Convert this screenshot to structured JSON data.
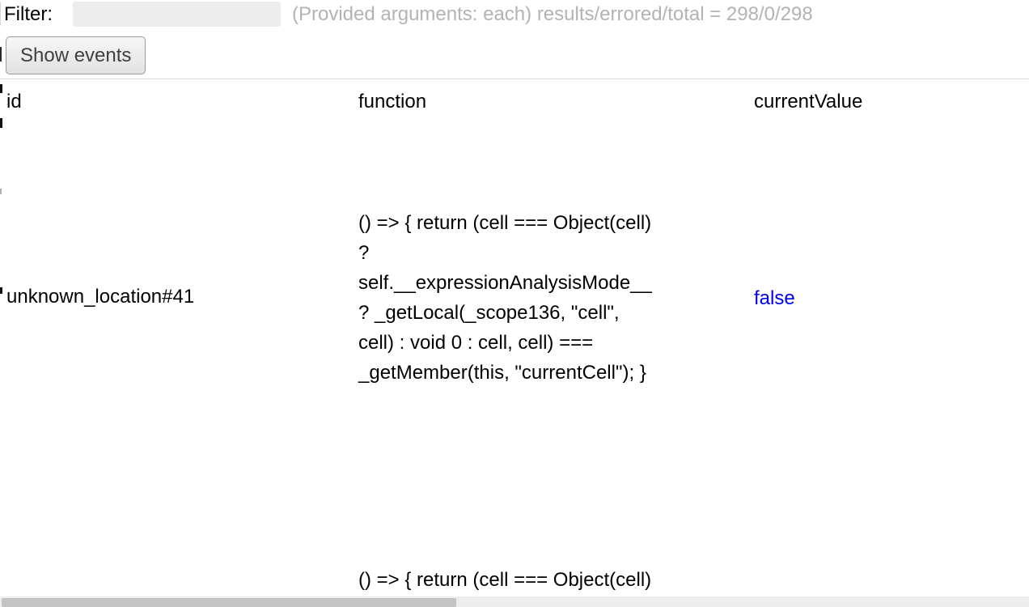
{
  "toolbar": {
    "filter_label": "Filter:",
    "filter_value": "",
    "info_text": "(Provided arguments: each) results/errored/total = 298/0/298",
    "results_count": "298",
    "errored_count": "0",
    "total_count": "298",
    "show_events_label": "Show events"
  },
  "table": {
    "columns": [
      "id",
      "function",
      "currentValue"
    ],
    "rows": [
      {
        "id": "unknown_location#41",
        "function_lines": [
          "() => { return (cell === Object(cell)",
          "?",
          "self.__expressionAnalysisMode__",
          "? _getLocal(_scope136, \"cell\",",
          "cell) : void 0 : cell, cell) ===",
          "_getMember(this, \"currentCell\"); }"
        ],
        "currentValue": "false"
      },
      {
        "id": "",
        "function_lines": [
          "() => { return (cell === Object(cell)"
        ],
        "currentValue": ""
      }
    ]
  },
  "colors": {
    "muted_text": "#b3b3b3",
    "boolean_value_blue": "#0000ee",
    "input_background": "#ececec",
    "divider": "#d9d9d9",
    "scrollbar_thumb": "#c3c3c3",
    "scrollbar_track": "#ededed"
  }
}
